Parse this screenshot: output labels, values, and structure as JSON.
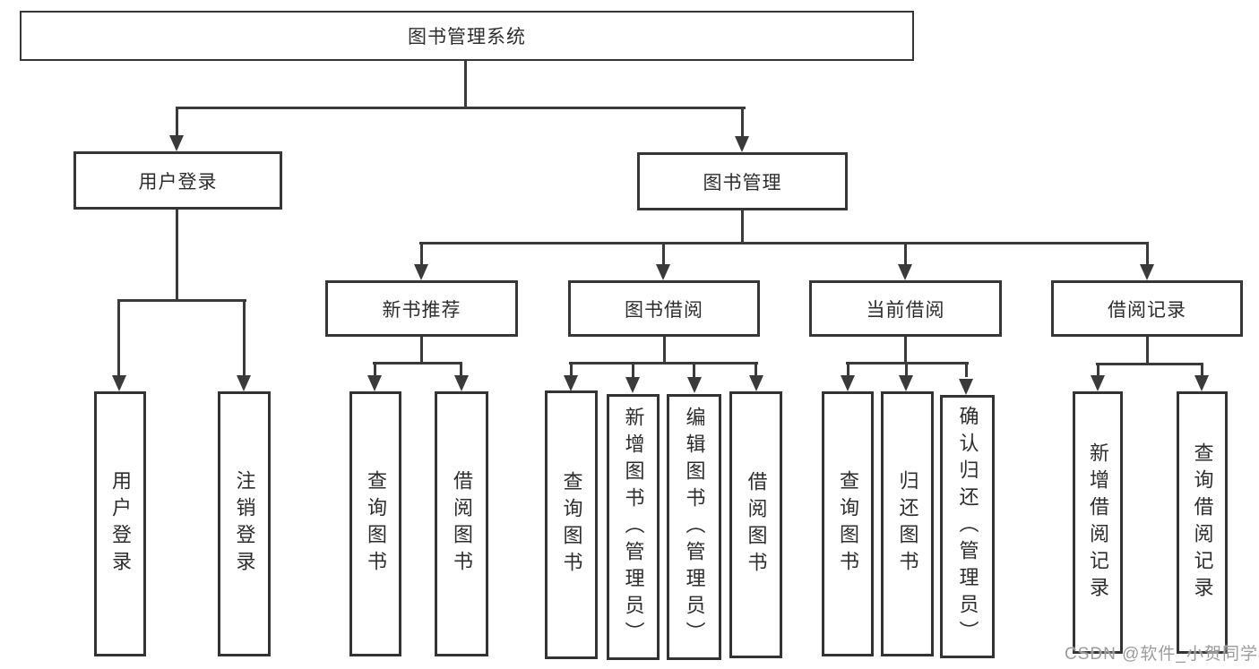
{
  "diagram": {
    "root": {
      "label": "图书管理系统"
    },
    "level2": [
      {
        "label": "用户登录",
        "parent": "图书管理系统"
      },
      {
        "label": "图书管理",
        "parent": "图书管理系统"
      }
    ],
    "level3": [
      {
        "label": "新书推荐",
        "parent": "图书管理"
      },
      {
        "label": "图书借阅",
        "parent": "图书管理"
      },
      {
        "label": "当前借阅",
        "parent": "图书管理"
      },
      {
        "label": "借阅记录",
        "parent": "图书管理"
      }
    ],
    "level4": [
      {
        "label": "用户登录",
        "parent": "用户登录"
      },
      {
        "label": "注销登录",
        "parent": "用户登录"
      },
      {
        "label": "查询图书",
        "parent": "新书推荐"
      },
      {
        "label": "借阅图书",
        "parent": "新书推荐"
      },
      {
        "label": "查询图书",
        "parent": "图书借阅"
      },
      {
        "label": "新增图书（管理员）",
        "parent": "图书借阅"
      },
      {
        "label": "编辑图书（管理员）",
        "parent": "图书借阅"
      },
      {
        "label": "借阅图书",
        "parent": "图书借阅"
      },
      {
        "label": "查询图书",
        "parent": "当前借阅"
      },
      {
        "label": "归还图书",
        "parent": "当前借阅"
      },
      {
        "label": "确认归还（管理员）",
        "parent": "当前借阅"
      },
      {
        "label": "新增借阅记录",
        "parent": "借阅记录"
      },
      {
        "label": "查询借阅记录",
        "parent": "借阅记录"
      }
    ],
    "watermark": "CSDN @软件_小贺同学",
    "colors": {
      "line": "#3a3a3a",
      "text": "#2d2d2d",
      "watermark": "#9c9c9c",
      "background": "#ffffff"
    }
  }
}
